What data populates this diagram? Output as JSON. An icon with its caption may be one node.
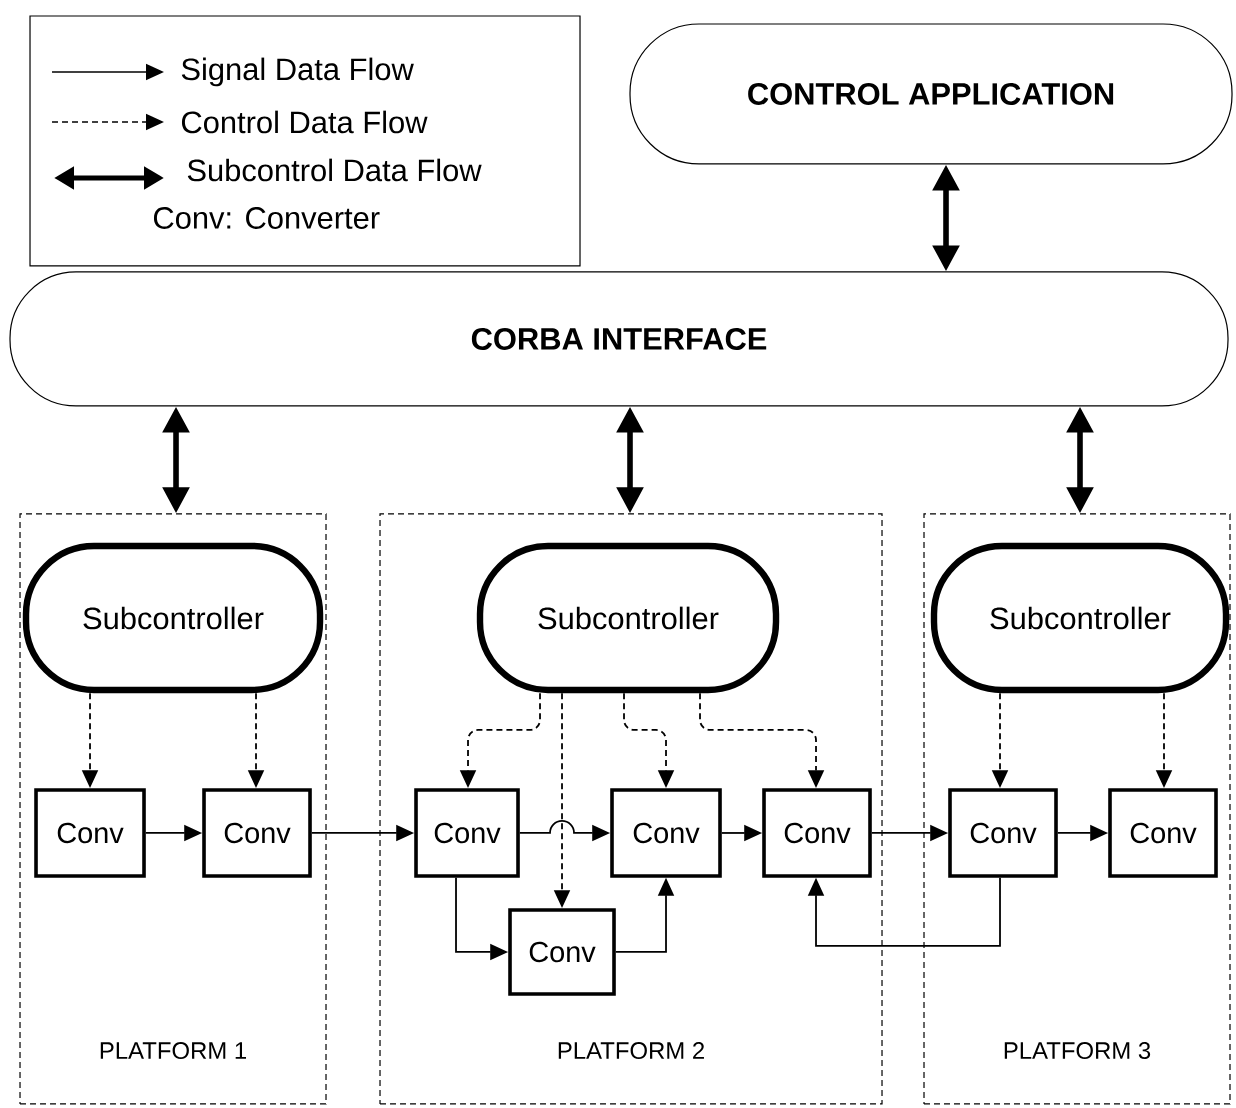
{
  "diagram": {
    "nodes": [
      {
        "text": [
          "CONTROL APPLICATION"
        ]
      },
      {
        "text": [
          "CORBA INTERFACE"
        ]
      },
      {
        "text": [
          "PLATFORM 1"
        ]
      },
      {
        "text": [
          "PLATFORM 2"
        ]
      },
      {
        "text": [
          "PLATFORM 3"
        ]
      },
      {
        "text": [
          "Subcontroller"
        ],
        "in": 2
      },
      {
        "text": [
          "Subcontroller"
        ],
        "in": 3
      },
      {
        "text": [
          "Subcontroller"
        ],
        "in": 4
      },
      {
        "text": [
          "Conv"
        ],
        "in": 2
      },
      {
        "text": [
          "Conv"
        ],
        "in": 2
      },
      {
        "text": [
          "Conv"
        ],
        "in": 3
      },
      {
        "text": [
          "Conv"
        ],
        "in": 3
      },
      {
        "text": [
          "Conv"
        ],
        "in": 3
      },
      {
        "text": [
          "Conv"
        ],
        "in": 3
      },
      {
        "text": [
          "Conv"
        ],
        "in": 4
      },
      {
        "text": [
          "Conv"
        ],
        "in": 4
      }
    ],
    "edges": [
      {
        "from": 0,
        "to": 1,
        "arrow": "both",
        "style": "thick"
      },
      {
        "from": 1,
        "to": 2,
        "arrow": "both",
        "style": "thick"
      },
      {
        "from": 1,
        "to": 3,
        "arrow": "both",
        "style": "thick"
      },
      {
        "from": 1,
        "to": 4,
        "arrow": "both",
        "style": "thick"
      },
      {
        "from": 5,
        "to": 8,
        "arrow": "to",
        "style": "dashed"
      },
      {
        "from": 5,
        "to": 9,
        "arrow": "to",
        "style": "dashed"
      },
      {
        "from": 6,
        "to": 10,
        "arrow": "to",
        "style": "dashed"
      },
      {
        "from": 6,
        "to": 11,
        "arrow": "to",
        "style": "dashed"
      },
      {
        "from": 6,
        "to": 12,
        "arrow": "to",
        "style": "dashed"
      },
      {
        "from": 6,
        "to": 13,
        "arrow": "to",
        "style": "dashed"
      },
      {
        "from": 7,
        "to": 14,
        "arrow": "to",
        "style": "dashed"
      },
      {
        "from": 7,
        "to": 15,
        "arrow": "to",
        "style": "dashed"
      },
      {
        "from": 8,
        "to": 9,
        "arrow": "to"
      },
      {
        "from": 9,
        "to": 10,
        "arrow": "to"
      },
      {
        "from": 10,
        "to": 12,
        "arrow": "to"
      },
      {
        "from": 10,
        "to": 11,
        "arrow": "to"
      },
      {
        "from": 11,
        "to": 12,
        "arrow": "to"
      },
      {
        "from": 12,
        "to": 13,
        "arrow": "to"
      },
      {
        "from": 13,
        "to": 14,
        "arrow": "to"
      },
      {
        "from": 14,
        "to": 15,
        "arrow": "to"
      },
      {
        "from": 14,
        "to": 13,
        "arrow": "to"
      }
    ],
    "legend": [
      {
        "text": "Signal Data Flow"
      },
      {
        "text": "Control Data Flow"
      },
      {
        "text": "Subcontrol Data Flow"
      },
      {
        "text": "Conv: Converter"
      }
    ]
  }
}
